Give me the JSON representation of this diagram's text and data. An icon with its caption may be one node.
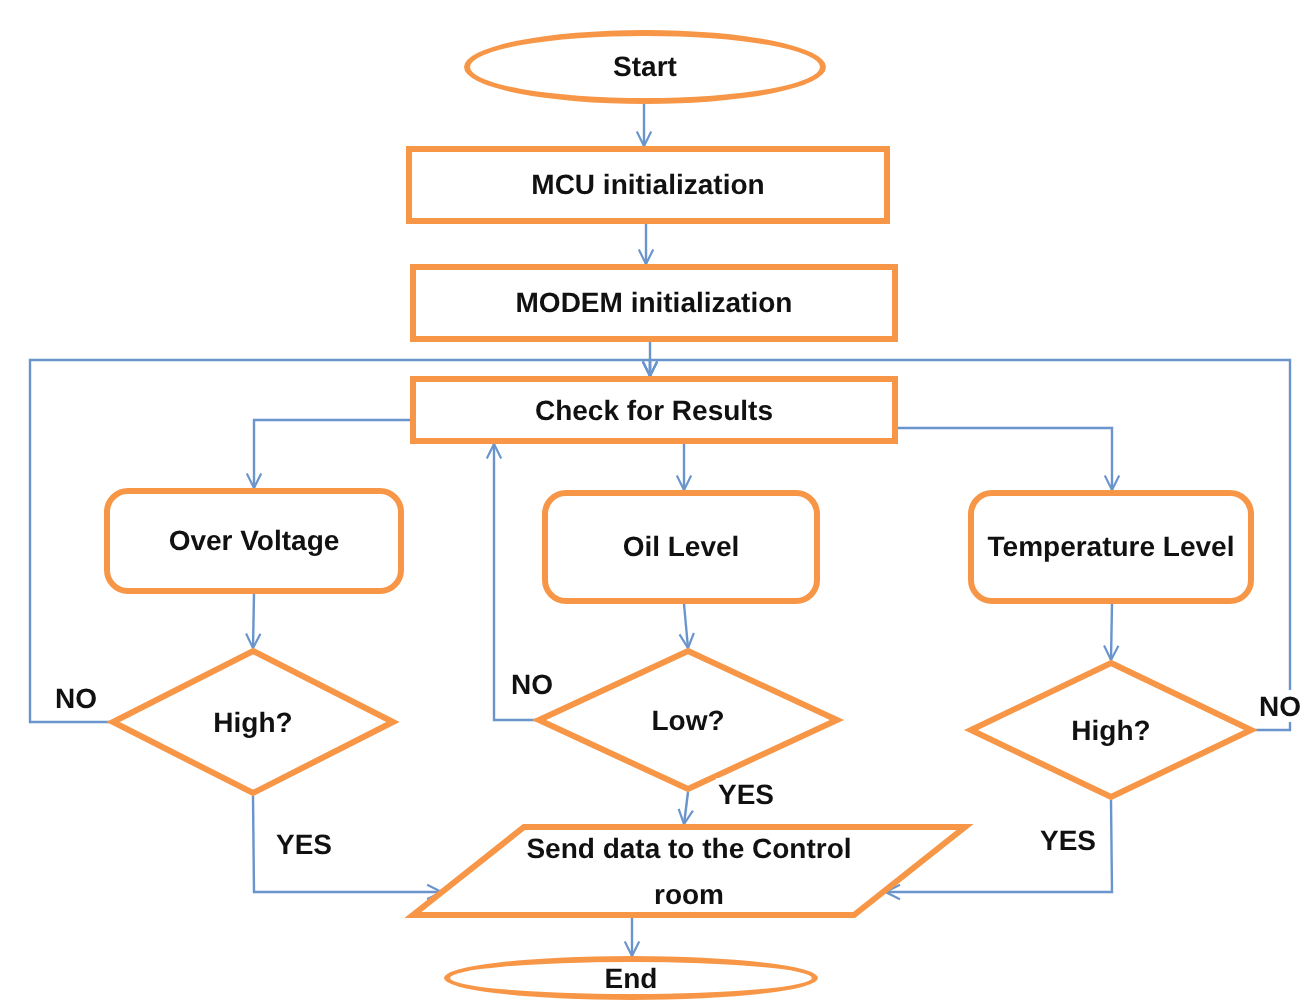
{
  "diagram": {
    "nodes": [
      {
        "text": [
          "Start"
        ]
      },
      {
        "text": [
          "MCU initialization"
        ]
      },
      {
        "text": [
          "MODEM initialization"
        ]
      },
      {
        "text": [
          "Check for Results"
        ]
      },
      {
        "text": [
          "Over Voltage"
        ]
      },
      {
        "text": [
          "Oil Level"
        ]
      },
      {
        "text": [
          "Temperature Level"
        ]
      },
      {
        "text": [
          "High?"
        ]
      },
      {
        "text": [
          "Low?"
        ]
      },
      {
        "text": [
          "High?"
        ]
      },
      {
        "text": [
          "Send data to the Control room"
        ]
      },
      {
        "text": [
          "End"
        ]
      }
    ],
    "edges": [
      {
        "from": 0,
        "to": 1,
        "arrow": "to"
      },
      {
        "from": 1,
        "to": 2,
        "arrow": "to"
      },
      {
        "from": 2,
        "to": 3,
        "arrow": "to"
      },
      {
        "from": 3,
        "to": 4,
        "arrow": "to"
      },
      {
        "from": 3,
        "to": 5,
        "arrow": "to"
      },
      {
        "from": 3,
        "to": 6,
        "arrow": "to"
      },
      {
        "from": 4,
        "to": 7,
        "arrow": "to"
      },
      {
        "from": 5,
        "to": 8,
        "arrow": "to"
      },
      {
        "from": 6,
        "to": 9,
        "arrow": "to"
      },
      {
        "from": 7,
        "to": 3,
        "arrow": "to",
        "label": "NO"
      },
      {
        "from": 8,
        "to": 3,
        "arrow": "to",
        "label": "NO"
      },
      {
        "from": 9,
        "to": 3,
        "arrow": "to",
        "label": "NO"
      },
      {
        "from": 7,
        "to": 10,
        "arrow": "to",
        "label": "YES"
      },
      {
        "from": 8,
        "to": 10,
        "arrow": "to",
        "label": "YES"
      },
      {
        "from": 9,
        "to": 10,
        "arrow": "to",
        "label": "YES"
      },
      {
        "from": 10,
        "to": 11,
        "arrow": "to"
      }
    ]
  }
}
